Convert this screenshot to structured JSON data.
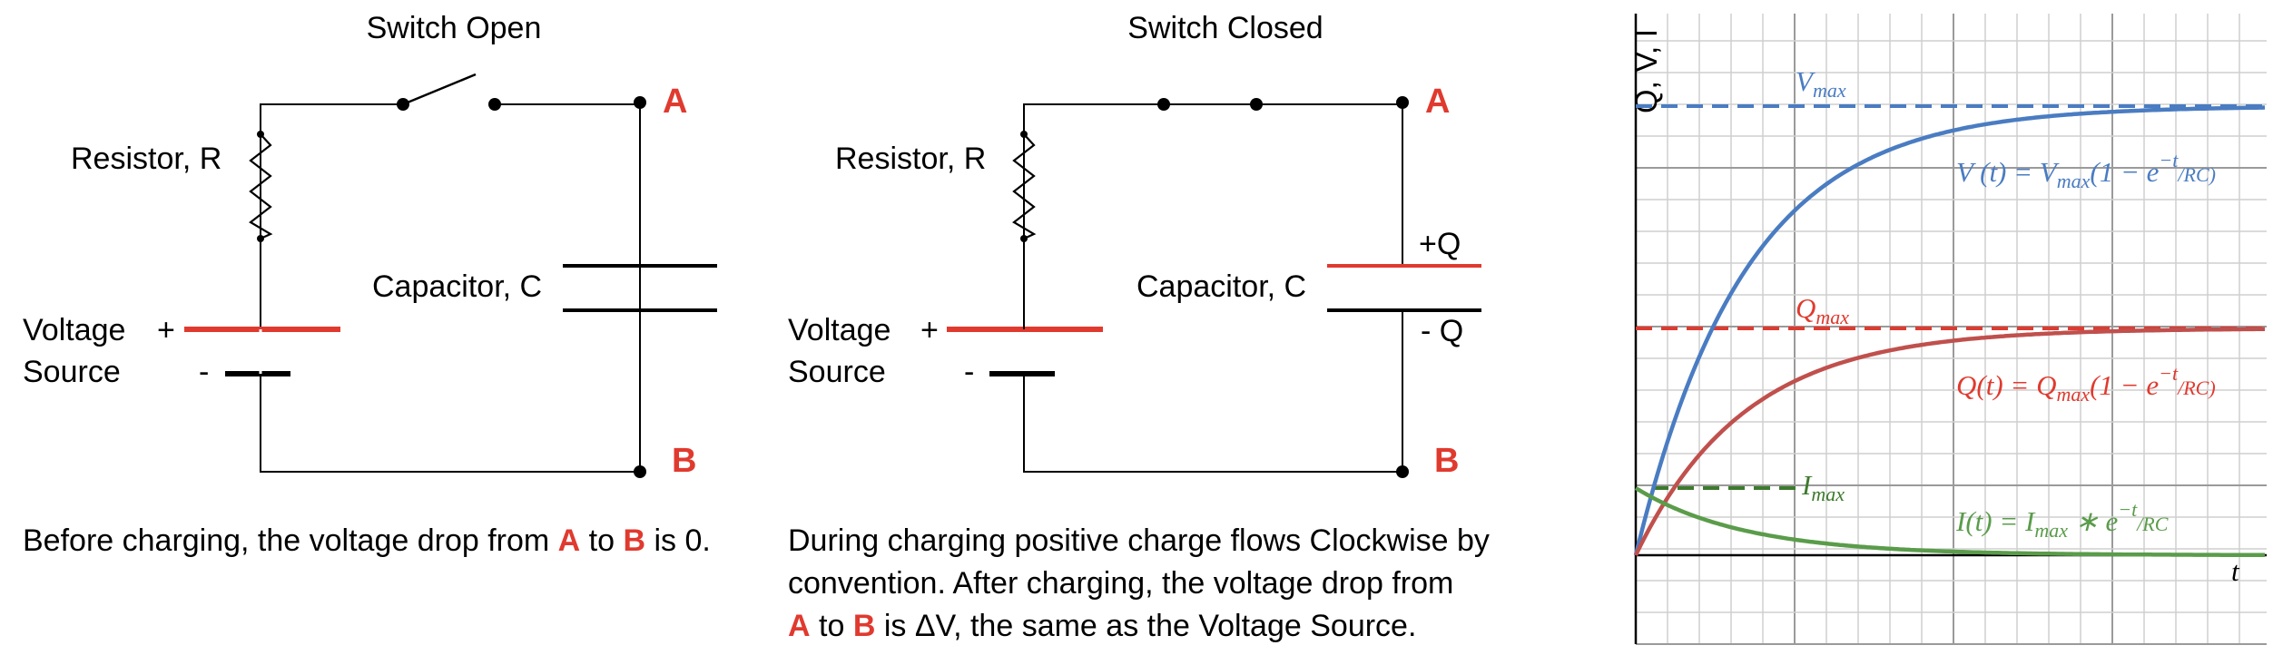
{
  "left_panel": {
    "title": "Switch Open",
    "resistor_label": "Resistor, R",
    "capacitor_label": "Capacitor, C",
    "source_label_1": "Voltage",
    "source_label_2": "Source",
    "plus": "+",
    "minus": "-",
    "node_a": "A",
    "node_b": "B",
    "caption": {
      "pre": "Before charging, the voltage drop from ",
      "a": "A",
      "mid": " to ",
      "b": "B",
      "post": " is 0."
    }
  },
  "middle_panel": {
    "title": "Switch Closed",
    "resistor_label": "Resistor, R",
    "capacitor_label": "Capacitor, C",
    "source_label_1": "Voltage",
    "source_label_2": "Source",
    "plus": "+",
    "minus": "-",
    "node_a": "A",
    "node_b": "B",
    "plus_q": "+Q",
    "minus_q": "- Q",
    "caption": {
      "line1": "During charging positive charge flows Clockwise by",
      "line2": "convention. After charging, the voltage drop from",
      "a": "A",
      "mid": " to ",
      "b": "B",
      "post": " is ΔV, the same as the Voltage Source."
    }
  },
  "graph": {
    "y_axis_label": "Q, V, I",
    "x_axis_label": "t",
    "vmax_label": "V",
    "vmax_sub": "max",
    "qmax_label": "Q",
    "qmax_sub": "max",
    "imax_label": "I",
    "imax_sub": "max",
    "eq_v": {
      "lhs": "V (t) = V",
      "sub": "max",
      "rest": "(1 − e",
      "exp": "−t",
      "tail": "/RC)"
    },
    "eq_q": {
      "lhs": "Q(t) = Q",
      "sub": "max",
      "rest": "(1 − e",
      "exp": "−t",
      "tail": "/RC)"
    },
    "eq_i": {
      "lhs": "I(t) = I",
      "sub": "max",
      "rest": " ∗ e",
      "exp": "−t",
      "tail": "/RC"
    },
    "colors": {
      "v": "#4a7cc2",
      "q": "#c0504d",
      "i": "#5a9c4a",
      "dash_v": "#4a7cc2",
      "dash_q": "#e03a2f",
      "dash_i": "#3d7a2c"
    }
  },
  "chart_data": {
    "type": "line",
    "title": "",
    "xlabel": "t",
    "ylabel": "Q, V, I",
    "curves": [
      {
        "name": "V(t)",
        "formula": "Vmax(1 - e^(-t/RC))",
        "asymptote_label": "Vmax"
      },
      {
        "name": "Q(t)",
        "formula": "Qmax(1 - e^(-t/RC))",
        "asymptote_label": "Qmax"
      },
      {
        "name": "I(t)",
        "formula": "Imax * e^(-t/RC)",
        "asymptote_label": "Imax"
      }
    ]
  }
}
